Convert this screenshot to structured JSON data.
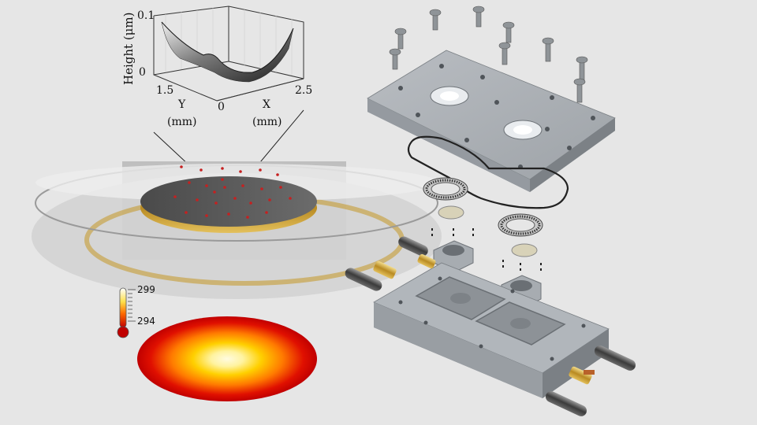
{
  "surface_plot": {
    "z_axis_label": "Height (μm)",
    "z_ticks": [
      "0.1",
      "0"
    ],
    "y_axis_label": "Y",
    "y_unit": "(mm)",
    "y_tick": "1.5",
    "x_axis_label": "X",
    "x_unit": "(mm)",
    "x_ticks": [
      "0",
      "2.5"
    ]
  },
  "temperature_scale": {
    "max_label": "299",
    "min_label": "294"
  },
  "colors": {
    "background": "#e6e6e6",
    "metal": "#a9adb2",
    "heat_hot": "#fff7c8",
    "heat_mid": "#ffd200",
    "heat_cold": "#c80000",
    "brass": "#c9a23a"
  },
  "icons": [
    "thermometer-icon"
  ]
}
